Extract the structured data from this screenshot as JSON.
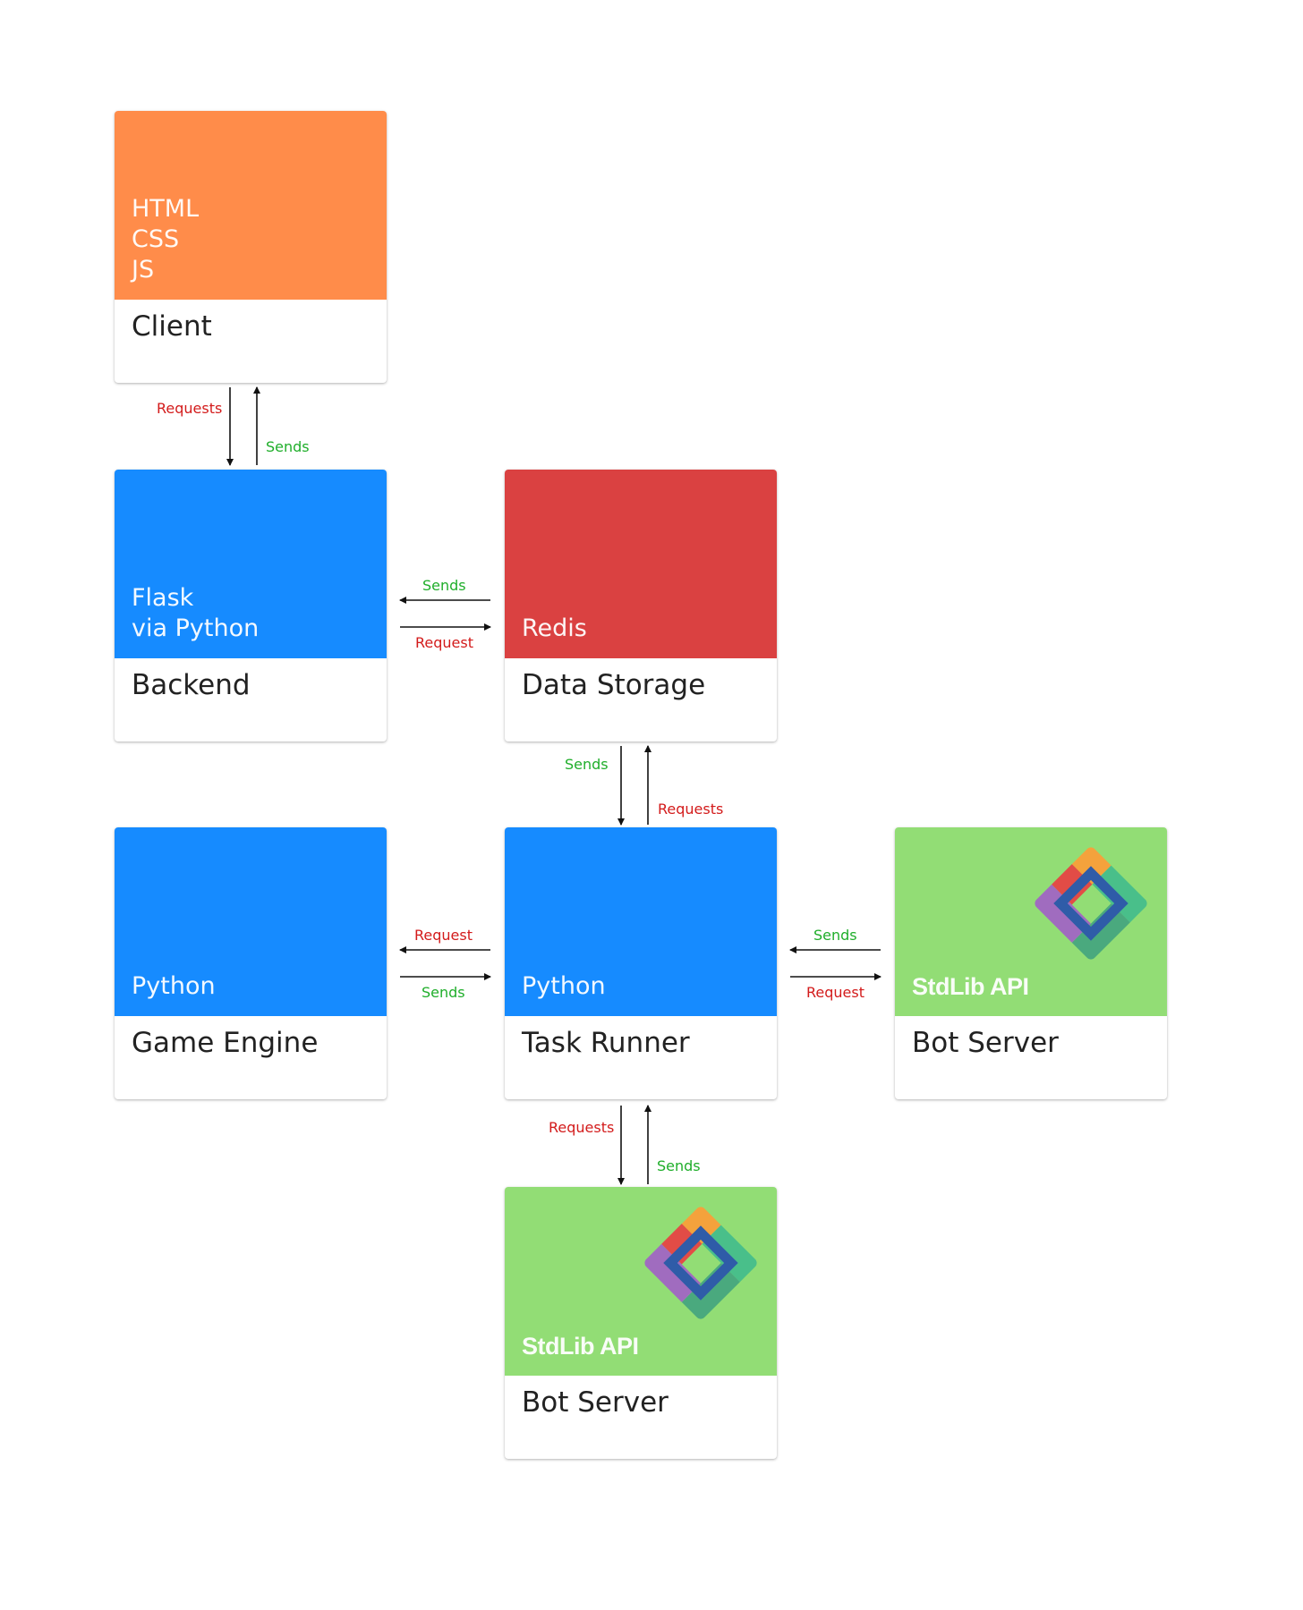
{
  "colors": {
    "client": "#ff8c4a",
    "backend": "#168bff",
    "redis": "#da4141",
    "game_engine": "#168bff",
    "task_runner": "#168bff",
    "bot_server": "#92dd75",
    "request_label": "#d31b1b",
    "send_label": "#1fae2a"
  },
  "nodes": {
    "client": {
      "tech": "HTML\nCSS\nJS",
      "role": "Client"
    },
    "backend": {
      "tech": "Flask\nvia Python",
      "role": "Backend"
    },
    "redis": {
      "tech": "Redis",
      "role": "Data Storage"
    },
    "game_engine": {
      "tech": "Python",
      "role": "Game Engine"
    },
    "task_runner": {
      "tech": "Python",
      "role": "Task Runner"
    },
    "bot_right": {
      "tech": "StdLib API",
      "role": "Bot Server",
      "icon": "stdlib-logo-icon"
    },
    "bot_bottom": {
      "tech": "StdLib API",
      "role": "Bot Server",
      "icon": "stdlib-logo-icon"
    }
  },
  "edges": {
    "client_backend": {
      "down": "Requests",
      "up": "Sends"
    },
    "backend_redis": {
      "left": "Sends",
      "right": "Request"
    },
    "redis_task": {
      "down": "Sends",
      "up": "Requests"
    },
    "game_task": {
      "left": "Request",
      "right": "Sends"
    },
    "task_bot": {
      "left": "Sends",
      "right": "Request"
    },
    "task_botbottom": {
      "down": "Requests",
      "up": "Sends"
    }
  }
}
